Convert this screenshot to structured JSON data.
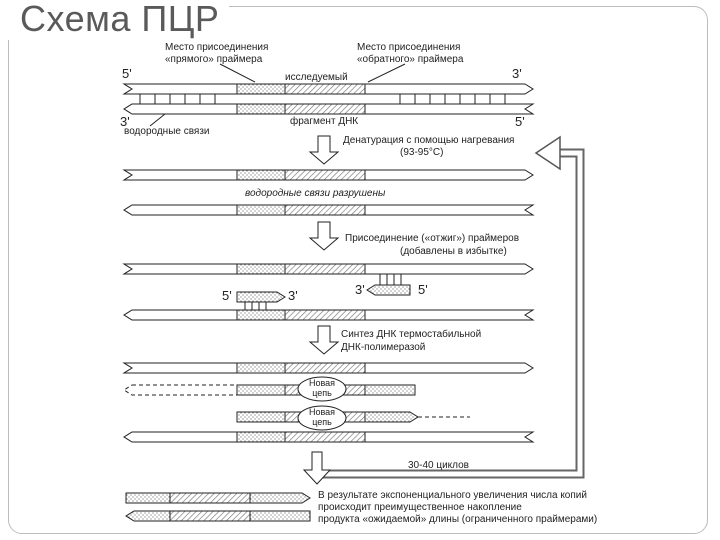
{
  "title": "Схема ПЦР",
  "labels": {
    "forward_primer_site": [
      "Место присоединения",
      "«прямого» праймера"
    ],
    "reverse_primer_site": [
      "Место присоединения",
      "«обратного» праймера"
    ],
    "target_region": "исследуемый",
    "dna_fragment": "фрагмент ДНК",
    "hydrogen_bonds": "водородные связи",
    "end5": "5'",
    "end3": "3'",
    "step_denaturation": [
      "Денатурация с помощью нагревания",
      "(93-95°C)"
    ],
    "bonds_broken": "водородные связи разрушены",
    "step_annealing": [
      "Присоединение («отжиг»)   праймеров",
      "(добавлены в избытке)"
    ],
    "step_synthesis": [
      "Синтез ДНК термостабильной",
      "ДНК-полимеразой"
    ],
    "new_strand": [
      "Новая",
      "цепь"
    ],
    "cycles": "30-40 циклов",
    "result": [
      "В результате экспоненциального увеличения числа копий",
      "происходит преимущественное накопление",
      "продукта «ожидаемой» длины (ограниченного праймерами)"
    ]
  },
  "colors": {
    "line": "#222222",
    "hatch": "#9a9a9a",
    "dots": "#666666",
    "arrow_fill": "#ffffff"
  }
}
